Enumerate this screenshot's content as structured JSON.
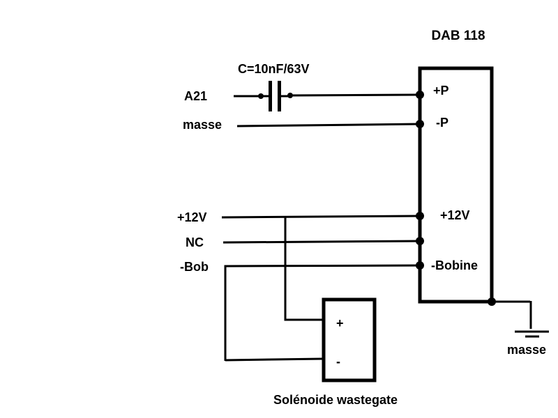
{
  "module": {
    "title": "DAB 118",
    "pins": {
      "plus_p": "+P",
      "minus_p": "-P",
      "plus_12v": "+12V",
      "minus_bobine": "-Bobine"
    }
  },
  "inputs": {
    "a21": "A21",
    "masse": "masse",
    "plus_12v": "+12V",
    "nc": "NC",
    "minus_bob": "-Bob"
  },
  "capacitor": {
    "label": "C=10nF/63V"
  },
  "solenoid": {
    "title": "Solénoide wastegate",
    "plus": "+",
    "minus": "-"
  },
  "ground": {
    "label": "masse"
  },
  "colors": {
    "ink": "#000000",
    "background": "#ffffff"
  }
}
